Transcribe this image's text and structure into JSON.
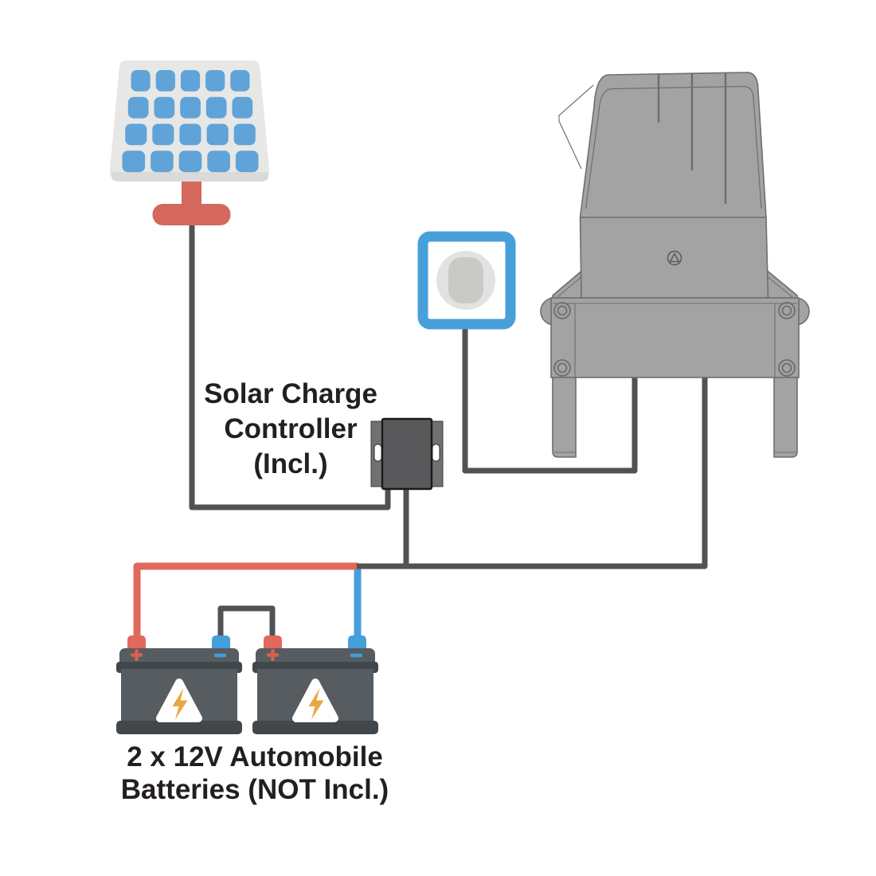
{
  "diagram_title_visible": false,
  "labels": {
    "controller_line1": "Solar Charge",
    "controller_line2": "Controller",
    "controller_line3": "(Incl.)",
    "batteries_line1": "2 x 12V Automobile",
    "batteries_line2": "Batteries (NOT Incl.)"
  },
  "components": [
    {
      "name": "solar-panel-icon",
      "desc": "solar panel on red stand, 5x4 blue cells"
    },
    {
      "name": "charge-controller-icon",
      "desc": "dark box with mounting flanges",
      "label": "Solar Charge Controller (Incl.)"
    },
    {
      "name": "power-plug-icon",
      "desc": "blue square outlet with gray round plug"
    },
    {
      "name": "gate-opener-icon",
      "desc": "gray sliding gate opener motor on base plate with legs"
    },
    {
      "name": "battery-icon",
      "count": 2,
      "label": "2 x 12V Automobile Batteries (NOT Incl.)",
      "positive_symbol": "+",
      "negative_symbol": "-"
    }
  ],
  "solar_panel": {
    "cell_rows": 4,
    "cell_cols": 5
  },
  "connections": [
    {
      "from": "solar-panel",
      "to": "charge-controller",
      "color": "dark"
    },
    {
      "from": "charge-controller",
      "to": "battery-junction",
      "color": "dark"
    },
    {
      "from": "battery-junction",
      "to": "gate-opener",
      "color": "dark"
    },
    {
      "from": "battery-1-positive",
      "to": "battery-junction",
      "color": "red"
    },
    {
      "from": "battery-junction",
      "to": "battery-2-negative",
      "color": "blue"
    },
    {
      "from": "battery-1-negative",
      "to": "battery-2-positive",
      "color": "dark"
    },
    {
      "from": "power-plug",
      "to": "gate-opener",
      "color": "dark"
    }
  ],
  "colors": {
    "wire_dark": "#515255",
    "wire_red": "#E0695C",
    "wire_blue": "#459FDA",
    "stand_red": "#D5685C",
    "panel_frame": "#E7E7E5",
    "panel_lip": "#DADAD8",
    "panel_cell": "#5FA3D9",
    "plug_blue": "#47A0D9",
    "plug_circle_outer": "#E2E2E0",
    "plug_circle_inner": "#C9C9C7",
    "controller_flange": "#717173",
    "controller_body": "#59595B",
    "motor_gray": "#A3A3A3",
    "motor_line": "#6E6E6E",
    "battery_body": "#575C61",
    "battery_band": "#42474B",
    "bolt_orange": "#E9A83F",
    "text": "#231F20"
  }
}
